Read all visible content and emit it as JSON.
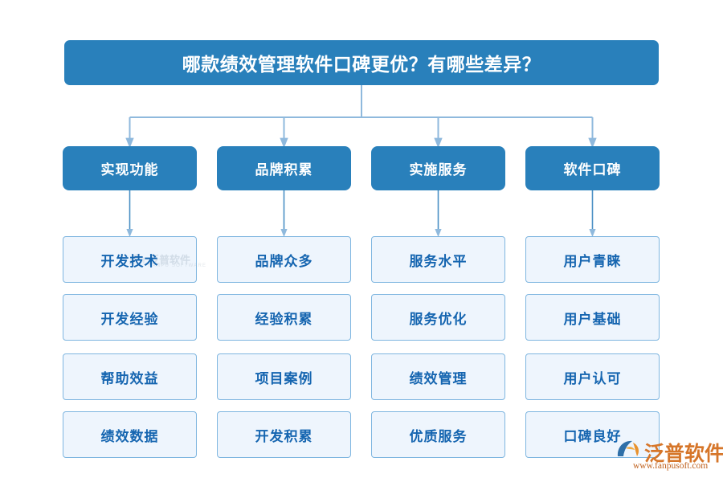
{
  "title": {
    "text": "哪款绩效管理软件口碑更优？有哪些差异？"
  },
  "colors": {
    "primary_blue": "#2980bb",
    "leaf_fill": "#eef5fd",
    "leaf_border": "#7fb6e0",
    "leaf_text": "#1565b0",
    "connector": "#8fb9dd",
    "title_text": "#ffffff",
    "brand_orange": "#d6762a"
  },
  "columns": [
    {
      "category": "实现功能",
      "items": [
        "开发技术",
        "开发经验",
        "帮助效益",
        "绩效数据"
      ]
    },
    {
      "category": "品牌积累",
      "items": [
        "品牌众多",
        "经验积累",
        "项目案例",
        "开发积累"
      ]
    },
    {
      "category": "实施服务",
      "items": [
        "服务水平",
        "服务优化",
        "绩效管理",
        "优质服务"
      ]
    },
    {
      "category": "软件口碑",
      "items": [
        "用户青睐",
        "用户基础",
        "用户认可",
        "口碑良好"
      ]
    }
  ],
  "watermark": {
    "text": "泛普软件",
    "subtext": "FANPU SOFTWARE"
  },
  "brand": {
    "name": "泛普软件",
    "url": "www.fanpusoft.com"
  }
}
